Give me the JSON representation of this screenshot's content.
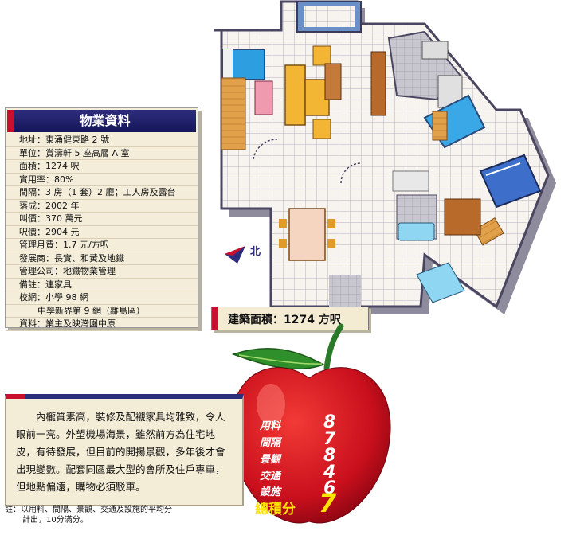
{
  "info": {
    "title": "物業資料",
    "lines": [
      "地址：東涌健東路 2 號",
      "單位：賞濤軒 5 座高層 A 室",
      "面積：1274 呎",
      "實用率：80%",
      "間隔：3 房（1 套）2 廳；工人房及露台",
      "落成：2002 年",
      "叫價：370 萬元",
      "呎價：2904 元",
      "管理月費：1.7 元/方呎",
      "發展商：長實、和黃及地鐵",
      "管理公司：地鐵物業管理",
      "備註：連家具",
      "校網：小學 98 網",
      "中學新界第 9 網（離島區）",
      "資料：業主及映灣園中原"
    ]
  },
  "floorplan": {
    "north_label": "北"
  },
  "area_banner": "建築面積：1274 方呎",
  "description": "內櫳質素高，裝修及配襯家具均雅致，令人眼前一亮。外望機場海景，雖然前方為住宅地皮，有待發展，但目前的開揚景觀，多年後才會出現變數。配套同區最大型的會所及住戶專車，但地點偏遠，購物必須駁車。",
  "footnote": [
    "註：以用料、間隔、景觀、交通及設施的平均分",
    "計出，10分滿分。"
  ],
  "scores": [
    {
      "label": "用料",
      "value": "8"
    },
    {
      "label": "間隔",
      "value": "7"
    },
    {
      "label": "景觀",
      "value": "8"
    },
    {
      "label": "交通",
      "value": "4"
    },
    {
      "label": "設施",
      "value": "6"
    }
  ],
  "total": {
    "label": "總積分",
    "value": "7"
  },
  "colors": {
    "navy": "#2d2d7d",
    "red": "#c8102e",
    "apple": "#d0101e",
    "leaf": "#2f8f2a",
    "score_total": "#ffe300"
  }
}
